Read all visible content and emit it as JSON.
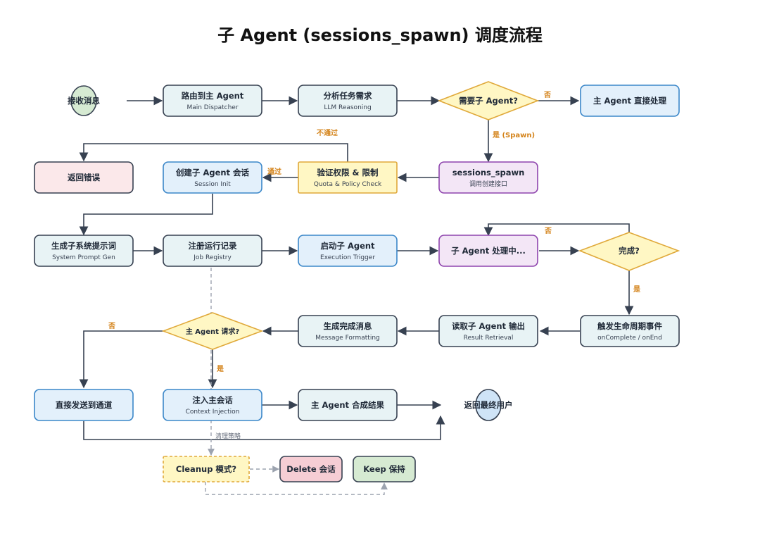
{
  "title": "子 Agent (sessions_spawn) 调度流程",
  "nodes": {
    "receive": {
      "title": "接收消息"
    },
    "route": {
      "title": "路由到主 Agent",
      "sub": "Main Dispatcher"
    },
    "analyze": {
      "title": "分析任务需求",
      "sub": "LLM Reasoning"
    },
    "need_sub": {
      "title": "需要子 Agent?"
    },
    "main_direct": {
      "title": "主 Agent 直接处理"
    },
    "return_error": {
      "title": "返回错误"
    },
    "create_session": {
      "title": "创建子 Agent 会话",
      "sub": "Session Init"
    },
    "verify": {
      "title": "验证权限 & 限制",
      "sub": "Quota & Policy Check"
    },
    "spawn": {
      "title": "sessions_spawn",
      "sub": "调用创建接口"
    },
    "gen_prompt": {
      "title": "生成子系统提示词",
      "sub": "System Prompt Gen"
    },
    "register": {
      "title": "注册运行记录",
      "sub": "Job Registry"
    },
    "start": {
      "title": "启动子 Agent",
      "sub": "Execution Trigger"
    },
    "processing": {
      "title": "子 Agent 处理中..."
    },
    "done": {
      "title": "完成?"
    },
    "main_request": {
      "title": "主 Agent 请求?"
    },
    "gen_msg": {
      "title": "生成完成消息",
      "sub": "Message Formatting"
    },
    "read_output": {
      "title": "读取子 Agent 输出",
      "sub": "Result Retrieval"
    },
    "lifecycle": {
      "title": "触发生命周期事件",
      "sub": "onComplete / onEnd"
    },
    "send_channel": {
      "title": "直接发送到通道"
    },
    "inject": {
      "title": "注入主会话",
      "sub": "Context Injection"
    },
    "synth": {
      "title": "主 Agent 合成结果"
    },
    "return_user": {
      "title": "返回最终用户"
    },
    "cleanup": {
      "title": "Cleanup 模式?"
    },
    "delete": {
      "title": "Delete 会话"
    },
    "keep": {
      "title": "Keep 保持"
    }
  },
  "labels": {
    "no1": "否",
    "yes_spawn": "是 (Spawn)",
    "fail": "不通过",
    "pass": "通过",
    "no2": "否",
    "yes2": "是",
    "no3": "否",
    "yes3": "是",
    "cleanup_policy": "清理策略"
  },
  "colors": {
    "gray_fill": "#e8f3f5",
    "gray_stroke": "#374151",
    "blue_fill": "#e3f0fb",
    "blue_stroke": "#3b87c9",
    "red_fill": "#fbe8ea",
    "red_stroke": "#374151",
    "yellow_fill": "#fff7c4",
    "yellow_stroke": "#e0a93a",
    "purple_fill": "#f3e6f6",
    "purple_stroke": "#8e44ad",
    "green_fill": "#d6ead2",
    "pink_fill": "#f6cdd4",
    "label_orange": "#d4831a"
  }
}
